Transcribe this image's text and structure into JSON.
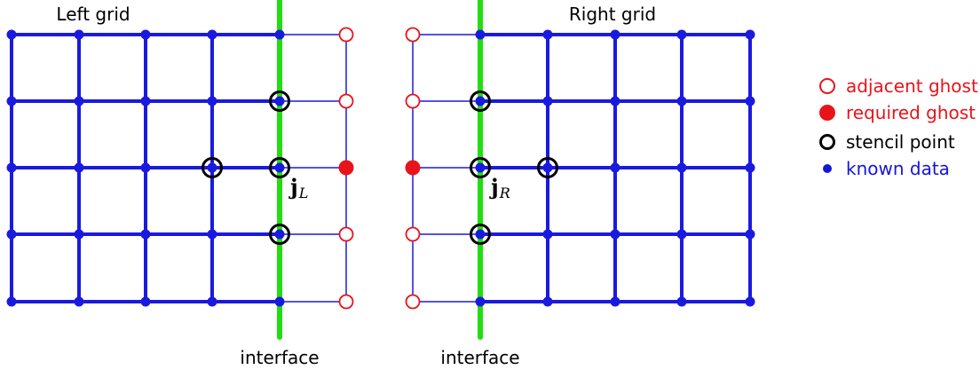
{
  "title_left": "Left grid",
  "title_right": "Right grid",
  "interface_label_left": "interface",
  "interface_label_right": "interface",
  "index_left": {
    "base": "j",
    "sub": "L"
  },
  "index_right": {
    "base": "j",
    "sub": "R"
  },
  "legend": [
    {
      "key": "adjacent_ghost",
      "label": "adjacent ghost",
      "color": "#e8141a"
    },
    {
      "key": "required_ghost",
      "label": "required ghost",
      "color": "#e8141a"
    },
    {
      "key": "stencil_point",
      "label": "stencil point",
      "color": "#000000"
    },
    {
      "key": "known_data",
      "label": "known data",
      "color": "#1515d9"
    }
  ],
  "colors": {
    "grid": "#1a1adf",
    "interface": "#22dd11",
    "ghost": "#e8141a",
    "stencil": "#000000"
  }
}
